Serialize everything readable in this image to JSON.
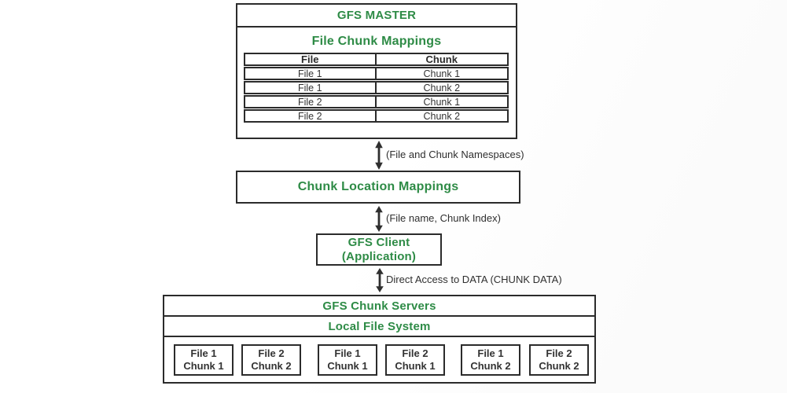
{
  "colors": {
    "green": "#2e8b46",
    "ink": "#2f2f2f",
    "border": "#2b2b2b"
  },
  "master": {
    "title": "GFS MASTER",
    "subtitle": "File Chunk Mappings",
    "table": {
      "headers": [
        "File",
        "Chunk"
      ],
      "rows": [
        [
          "File 1",
          "Chunk 1"
        ],
        [
          "File 1",
          "Chunk 2"
        ],
        [
          "File 2",
          "Chunk 1"
        ],
        [
          "File 2",
          "Chunk 2"
        ]
      ]
    }
  },
  "arrows": {
    "master_to_clm": "(File and Chunk Namespaces)",
    "clm_to_client": "(File name, Chunk Index)",
    "client_to_servers": "Direct Access to DATA (CHUNK DATA)"
  },
  "chunk_location": {
    "title": "Chunk Location Mappings"
  },
  "client": {
    "line1": "GFS Client",
    "line2": "(Application)"
  },
  "servers": {
    "title": "GFS Chunk Servers",
    "subtitle": "Local File System",
    "chunks": [
      {
        "line1": "File 1",
        "line2": "Chunk 1"
      },
      {
        "line1": "File 2",
        "line2": "Chunk 2"
      },
      {
        "line1": "File 1",
        "line2": "Chunk 1"
      },
      {
        "line1": "File 2",
        "line2": "Chunk 1"
      },
      {
        "line1": "File 1",
        "line2": "Chunk 2"
      },
      {
        "line1": "File 2",
        "line2": "Chunk 2"
      }
    ]
  }
}
